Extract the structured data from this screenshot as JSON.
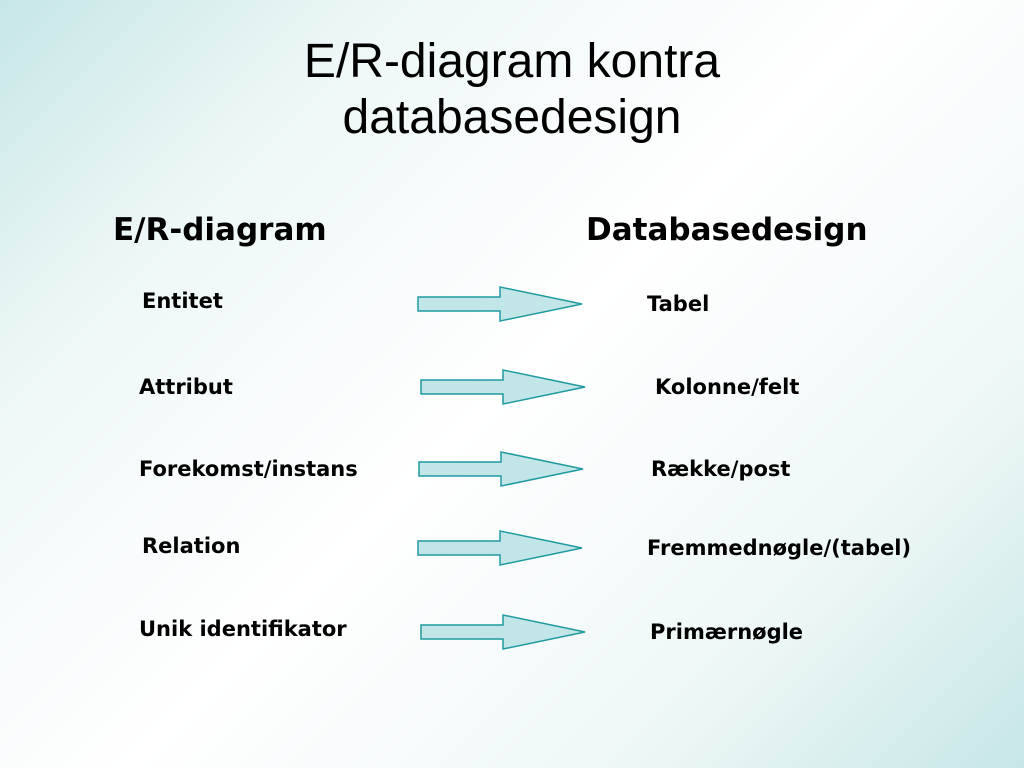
{
  "title": {
    "line1": "E/R-diagram kontra",
    "line2": "databasedesign"
  },
  "columns": {
    "left": "E/R-diagram",
    "right": "Databasedesign"
  },
  "mappings": [
    {
      "er": "Entitet",
      "db": "Tabel"
    },
    {
      "er": "Attribut",
      "db": "Kolonne/felt"
    },
    {
      "er": "Forekomst/instans",
      "db": "Række/post"
    },
    {
      "er": "Relation",
      "db": "Fremmednøgle/(tabel)"
    },
    {
      "er": "Unik identifikator",
      "db": "Primærnøgle"
    }
  ],
  "colors": {
    "arrow_fill": "#c2e6e8",
    "arrow_stroke": "#1f9aa0"
  },
  "icons": {
    "arrow": "right-arrow-icon"
  }
}
